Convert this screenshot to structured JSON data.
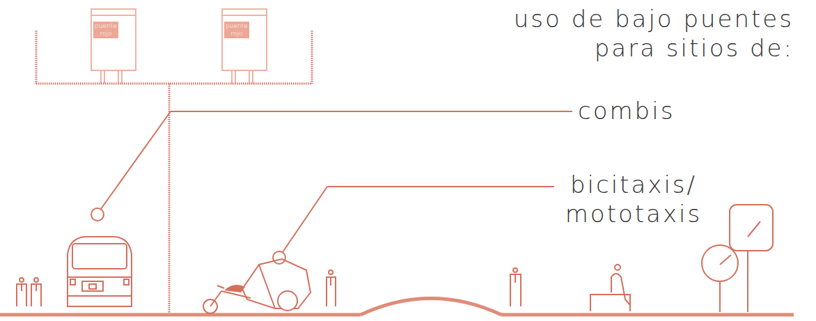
{
  "diagram": {
    "title": "uso de bajo puentes para sitios de:",
    "labels": [
      "puente rojo",
      "puente rojo",
      "combis",
      "bicitaxis/ mototaxis"
    ]
  }
}
